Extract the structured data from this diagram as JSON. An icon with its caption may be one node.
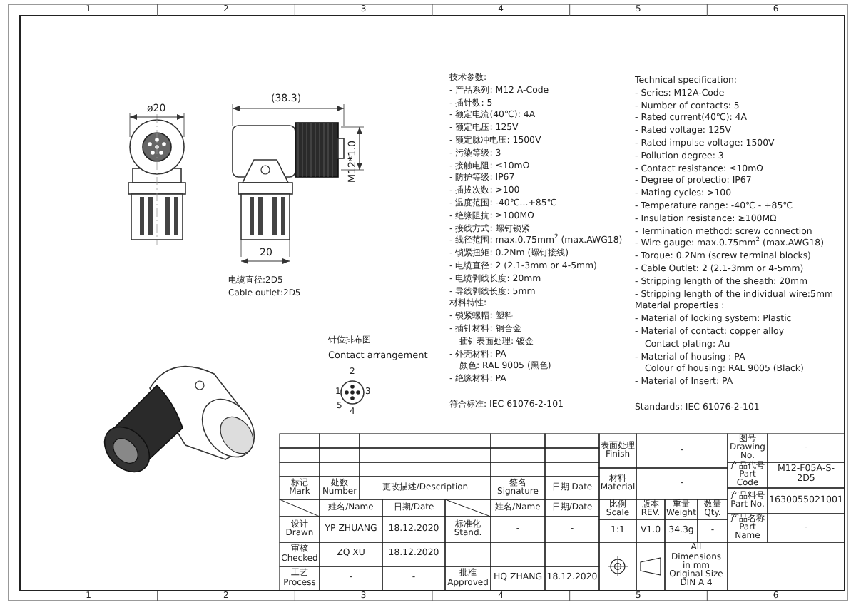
{
  "diagram": {
    "labels": [
      "1",
      "2",
      "3",
      "4",
      "5",
      "6",
      "1",
      "2",
      "3",
      "4",
      "5",
      "6",
      "ø20",
      "(38.3)",
      "M12*1.0",
      "20",
      "电缆直径:2D5",
      "Cable outlet:2D5",
      "针位排布图",
      "Contact arrangement",
      "2",
      "1",
      "3",
      "5",
      "4",
      "技术参数:",
      "- 产品系列: M12 A-Code",
      "- 插针数: 5",
      "- 额定电流(40℃): 4A",
      "- 额定电压: 125V",
      "- 额定脉冲电压: 1500V",
      "- 污染等级: 3",
      "- 接触电阻: ≤10mΩ",
      "- 防护等级: IP67",
      "- 插拔次数: >100",
      "- 温度范围: -40℃...+85℃",
      "- 绝缘阻抗: ≥100MΩ",
      "- 接线方式: 螺钉锁紧",
      "- 线径范围: max.0.75mm$^{2}$ (max.AWG18)",
      "- 锁紧扭矩: 0.2Nm (螺钉接线)",
      "- 电缆直径: 2 (2.1-3mm or 4-5mm)",
      "- 电缆剥线长度: 20mm",
      "- 导线剥线长度: 5mm",
      "材料特性:",
      "- 锁紧螺帽: 塑料",
      "- 插针材料: 铜合金",
      "插针表面处理: 镀金",
      "- 外壳材料: PA",
      "颜色: RAL 9005 (黑色)",
      "- 绝缘材料: PA",
      "符合标准: IEC 61076-2-101",
      "Technical specification:",
      "- Series: M12A-Code",
      "- Number of contacts:  5",
      "- Rated current(40℃):  4A",
      "- Rated voltage:  125V",
      "- Rated impulse voltage: 1500V",
      "- Pollution degree: 3",
      "- Contact resistance: ≤10mΩ",
      "- Degree of protectio: IP67",
      "- Mating cycles: >100",
      "- Temperature range: -40℃ - +85℃",
      "- Insulation resistance: ≥100MΩ",
      "- Termination method: screw connection",
      "- Wire gauge: max.0.75mm$^{2}$ (max.AWG18)",
      "- Torque: 0.2Nm (screw terminal blocks)",
      "- Cable Outlet: 2 (2.1-3mm or 4-5mm)",
      "- Stripping length of the sheath: 20mm",
      "- Stripping length of the individual wire:5mm",
      "Material properties :",
      "- Material of locking system: Plastic",
      "- Material of contact: copper alloy",
      "Contact plating: Au",
      "- Material of housing : PA",
      "Colour of housing: RAL 9005 (Black)",
      "- Material of Insert: PA",
      "Standards: IEC 61076-2-101",
      "标记 Mark",
      "处数 Number",
      "更改描述/Description",
      "签名 Signature",
      "日期 Date",
      "姓名/Name",
      "日期/Date",
      "姓名/Name",
      "日期/Date",
      "设计 Drawn",
      "YP ZHUANG",
      "18.12.2020",
      "标准化 Stand.",
      "-",
      "-",
      "审核 Checked",
      "ZQ XU",
      "18.12.2020",
      "工艺 Process",
      "-",
      "-",
      "批准 Approved",
      "HQ ZHANG",
      "18.12.2020",
      "表面处理 Finish",
      "-",
      "材料 Material",
      "-",
      "比例 Scale",
      "版本 REV.",
      "重量 Weight",
      "数量 Qty.",
      "1:1",
      "V1.0",
      "34.3g",
      "-",
      "All Dimensions in mm Original Size DIN A 4",
      "图号 Drawing No.",
      "-",
      "产品代号 Part Code",
      "M12-F05A-S-2D5",
      "产品料号 Part No.",
      "1630055021001",
      "产品名称 Part Name",
      "-"
    ]
  }
}
